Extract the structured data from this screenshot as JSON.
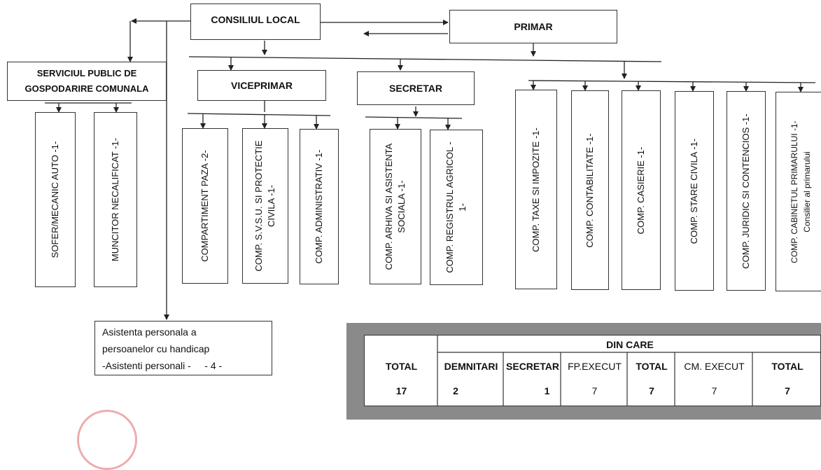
{
  "top": {
    "consiliul": "CONSILIUL LOCAL",
    "primar": "PRIMAR"
  },
  "serviciu": {
    "line1": "SERVICIUL PUBLIC DE",
    "line2": "GOSPODARIRE COMUNALA",
    "sub": [
      {
        "lines": [
          "SOFER/MECANIC AUTO  -1-"
        ]
      },
      {
        "lines": [
          "MUNCITOR NECALIFICAT -1-"
        ]
      }
    ]
  },
  "viceprimar": {
    "label": "VICEPRIMAR",
    "sub": [
      {
        "lines": [
          "COMPARTIMENT PAZA -2-"
        ]
      },
      {
        "lines": [
          "COMP. S.V.S.U. SI PROTECTIE",
          "CIVILA  -1-"
        ]
      },
      {
        "lines": [
          "COMP. ADMINISTRATIV -1-"
        ]
      }
    ]
  },
  "secretar": {
    "label": "SECRETAR",
    "sub": [
      {
        "lines": [
          "COMP. ARHIVA SI ASISTENTA",
          "SOCIALA  -1-"
        ]
      },
      {
        "lines": [
          "COMP. REGISTRUL AGRICOL -",
          "1-"
        ]
      }
    ]
  },
  "primar_comps": [
    {
      "lines": [
        "COMP. TAXE SI IMPOZITE  -1-"
      ]
    },
    {
      "lines": [
        "COMP. CONTABILITATE  -1-"
      ]
    },
    {
      "lines": [
        "COMP.  CASIERIE  -1-"
      ]
    },
    {
      "lines": [
        "COMP. STARE CIVILA  -1-"
      ]
    },
    {
      "lines": [
        "COMP. JURIDIC SI CONTENCIOS -1-"
      ]
    },
    {
      "lines": [
        "COMP. CABINETUL PRIMARULUI  -1-",
        "Consilier al primarului"
      ]
    }
  ],
  "note": {
    "line1": "Asistenta personala a",
    "line2": "persoanelor cu handicap",
    "line3": "-Asistenti personali -     - 4 -"
  },
  "table": {
    "din_care": "DIN CARE",
    "headers": [
      "TOTAL",
      "DEMNITARI",
      "SECRETAR",
      "FP.EXECUT",
      "TOTAL",
      "CM. EXECUT",
      "TOTAL"
    ],
    "values": [
      "17",
      "2",
      "1",
      "7",
      "7",
      "7",
      "7"
    ]
  }
}
